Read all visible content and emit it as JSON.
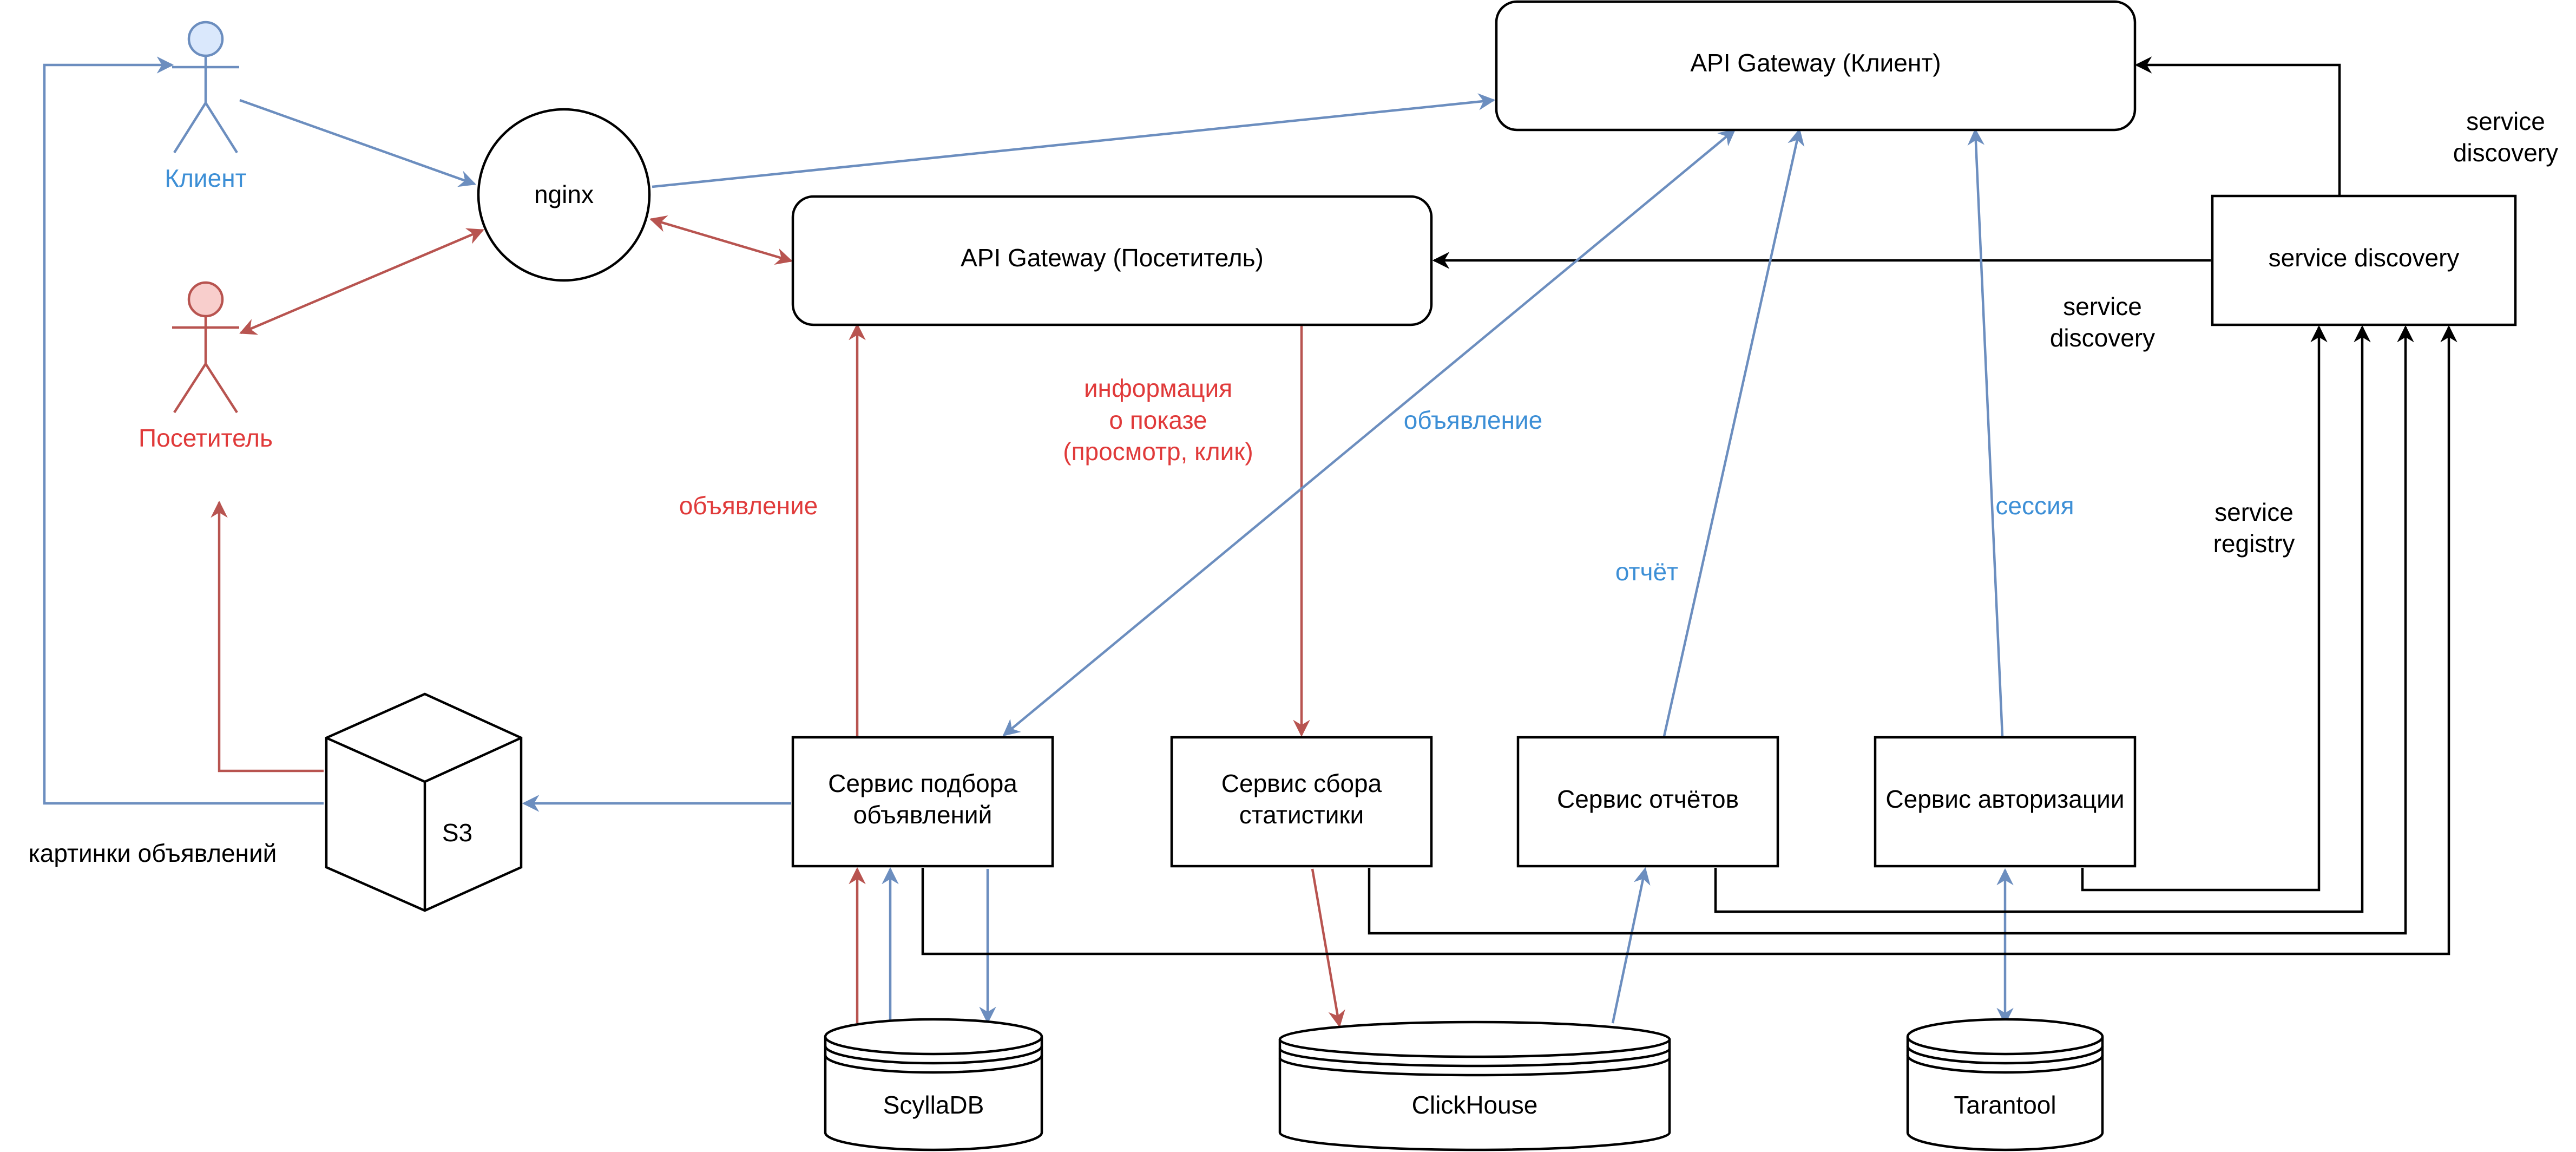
{
  "actors": {
    "client": "Клиент",
    "visitor": "Посетитель"
  },
  "nodes": {
    "nginx": "nginx",
    "gateway_client": "API Gateway (Клиент)",
    "gateway_visitor": "API Gateway (Посетитель)",
    "service_discovery": "service discovery",
    "ads_service": [
      "Сервис подбора",
      "объявлений"
    ],
    "stats_service": [
      "Сервис сбора",
      "статистики"
    ],
    "reports_service": "Сервис отчётов",
    "auth_service": "Сервис авторизации",
    "s3": "S3",
    "scylla": "ScyllaDB",
    "clickhouse": "ClickHouse",
    "tarantool": "Tarantool"
  },
  "edge_labels": {
    "ad_visitor": "объявление",
    "impression_info": [
      "информация",
      "о показе",
      "(просмотр, клик)"
    ],
    "ad_client": "объявление",
    "report": "отчёт",
    "session": "сессия",
    "sd_top": [
      "service",
      "discovery"
    ],
    "sd_mid": [
      "service",
      "discovery"
    ],
    "registry": [
      "service",
      "registry"
    ],
    "ad_images": "картинки объявлений"
  },
  "colors": {
    "client_flow": "#6c8ebf",
    "visitor_flow": "#b85450",
    "blue_label": "#3d8fd6",
    "red_label": "#e03a3a",
    "client_actor_fill": "#dae8fc",
    "visitor_actor_fill": "#f8cecc"
  }
}
